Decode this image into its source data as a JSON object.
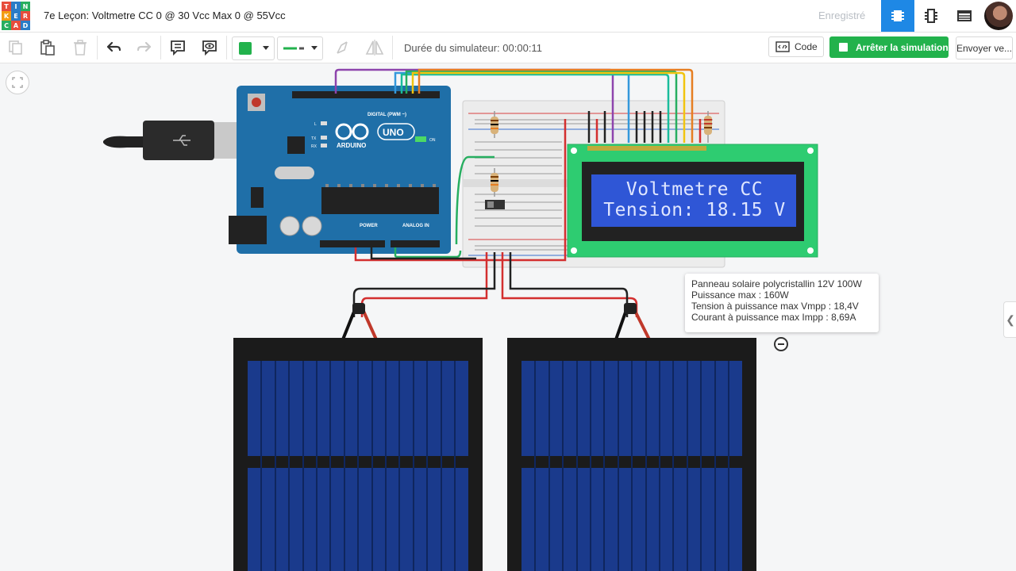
{
  "app": {
    "logo_letters": [
      "T",
      "I",
      "N",
      "K",
      "E",
      "R",
      "C",
      "A",
      "D"
    ],
    "logo_colors": [
      "#e74c3c",
      "#2a7cc7",
      "#27ae60",
      "#f39c12",
      "#2a7cc7",
      "#e74c3c",
      "#27ae60",
      "#e74c3c",
      "#2a7cc7"
    ],
    "title": "7e Leçon: Voltmetre CC 0 @ 30 Vcc Max 0 @ 55Vcc",
    "saved_status": "Enregistré",
    "accent_color": "#1e88e5"
  },
  "toolbar": {
    "duration_label": "Durée du simulateur: 00:00:11",
    "code_label": "Code",
    "stop_sim_label": "Arrêter la simulation",
    "send_label": "Envoyer ve...",
    "fill_color": "#22b24c",
    "wire_color": "#22b24c"
  },
  "lcd": {
    "line1": "Voltmetre CC",
    "line2": "Tension: 18.15 V"
  },
  "arduino": {
    "brand": "ARDUINO",
    "model": "UNO",
    "digital_label": "DIGITAL (PWM ~)",
    "power_label": "POWER",
    "analog_label": "ANALOG IN",
    "on_label": "ON",
    "led_labels": [
      "L",
      "TX",
      "RX"
    ]
  },
  "tooltip": {
    "line1": "Panneau solaire polycristallin 12V 100W",
    "line2": "Puissance max : 160W",
    "line3": "Tension à puissance max Vmpp : 18,4V",
    "line4": "Courant à puissance max Impp : 8,69A"
  }
}
